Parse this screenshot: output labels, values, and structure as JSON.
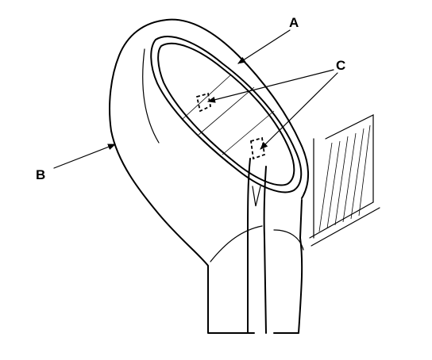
{
  "diagram": {
    "callouts": [
      {
        "id": "A",
        "label": "A"
      },
      {
        "id": "B",
        "label": "B"
      },
      {
        "id": "C",
        "label": "C"
      }
    ]
  }
}
